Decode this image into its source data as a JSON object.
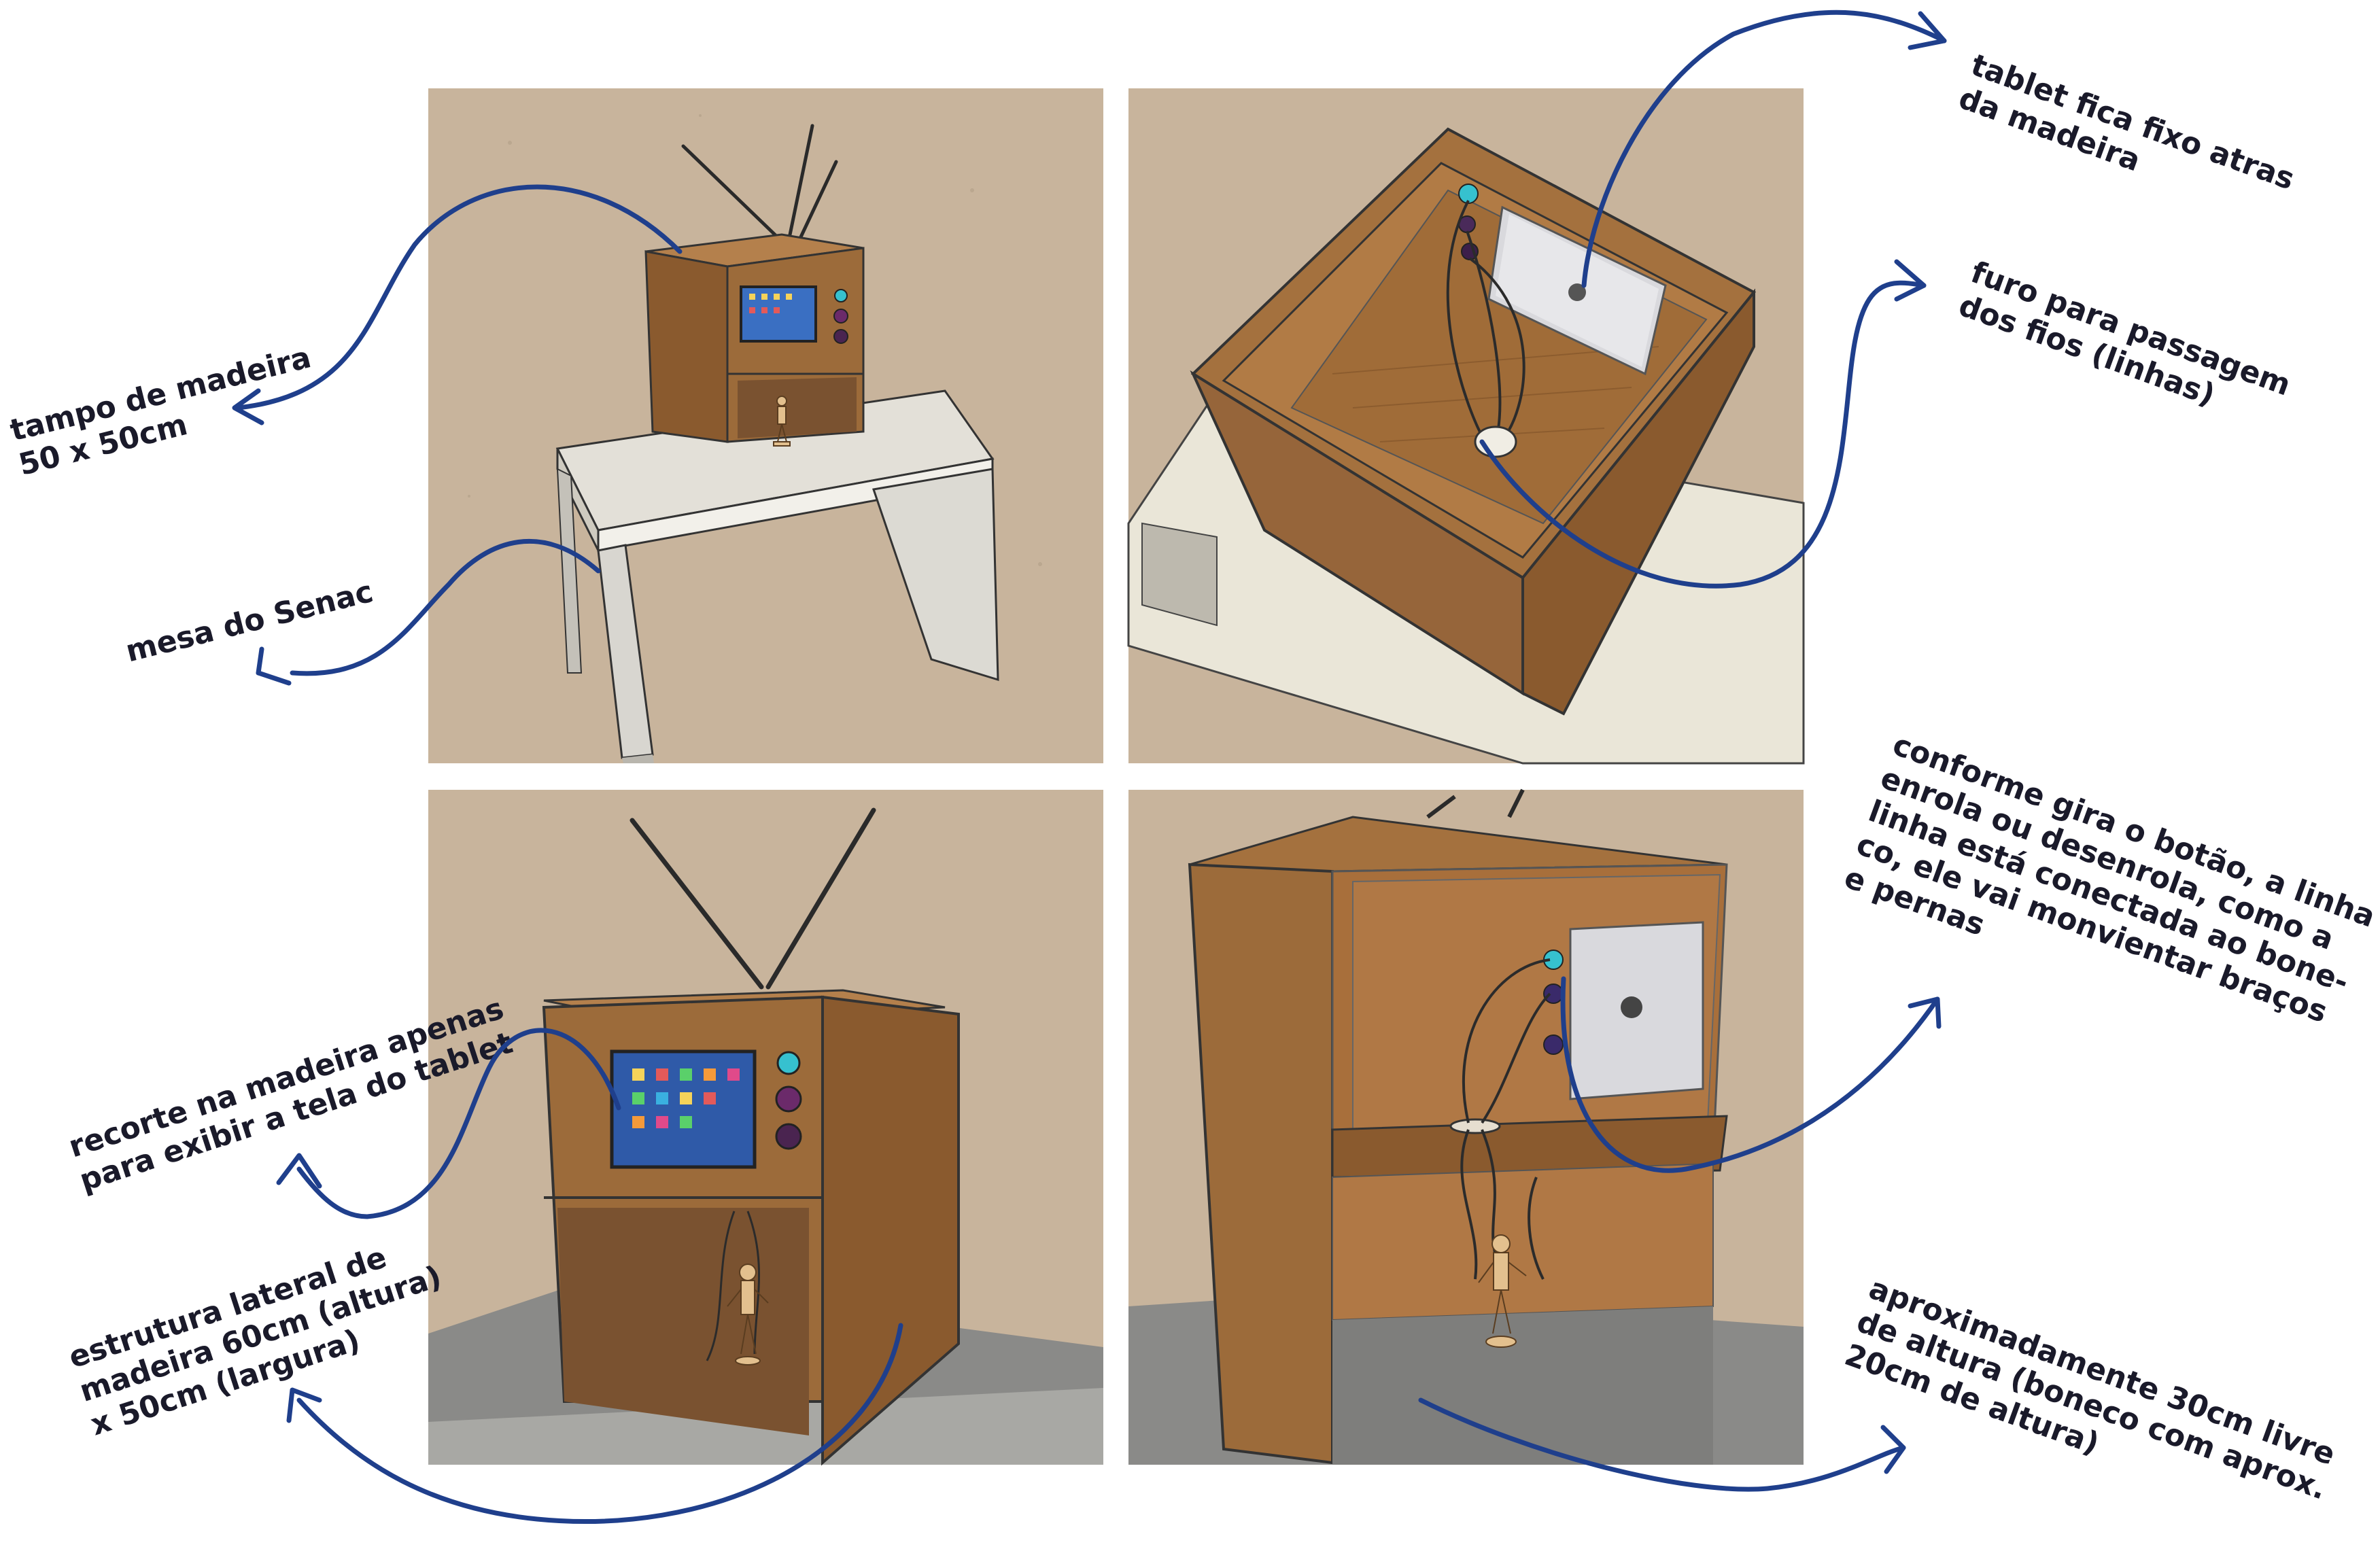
{
  "annotations": {
    "tampo": "tampo de madeira\n50 x 50cm",
    "mesa": "mesa do Senac",
    "tablet_fixo": "tablet fica fixo atras\nda madeira",
    "furo": "furo para passagem\ndos fios (linhas)",
    "recorte": "recorte na madeira apenas\npara exibir a tela do tablet",
    "estrutura": "estrutura lateral de\nmadeira 60cm (altura)\nx 50cm (largura)",
    "conforme": "conforme gira o botão, a linha\nenrola ou desenrola, como a\nlinha está conectada ao bone-\nco, ele vai monvientar braços\ne pernas",
    "aproximadamente": "aproximadamente 30cm livre\nde altura (boneco com aprox.\n20cm de altura)"
  },
  "colors": {
    "arrow": "#1f3f8c",
    "background_paper": "#c8b49c",
    "wood": "#9c6b3a",
    "wood_dark": "#6e4826",
    "table_top": "#e3e0d8",
    "floor_gray": "#8a8a88",
    "tablet_silver": "#d9d9dd",
    "screen_blue": "#3a6fc2"
  },
  "icons": {
    "tablet_logo": "apple-logo-icon",
    "knob_top": "cyan-knob-icon",
    "knob_mid": "purple-knob-icon"
  }
}
